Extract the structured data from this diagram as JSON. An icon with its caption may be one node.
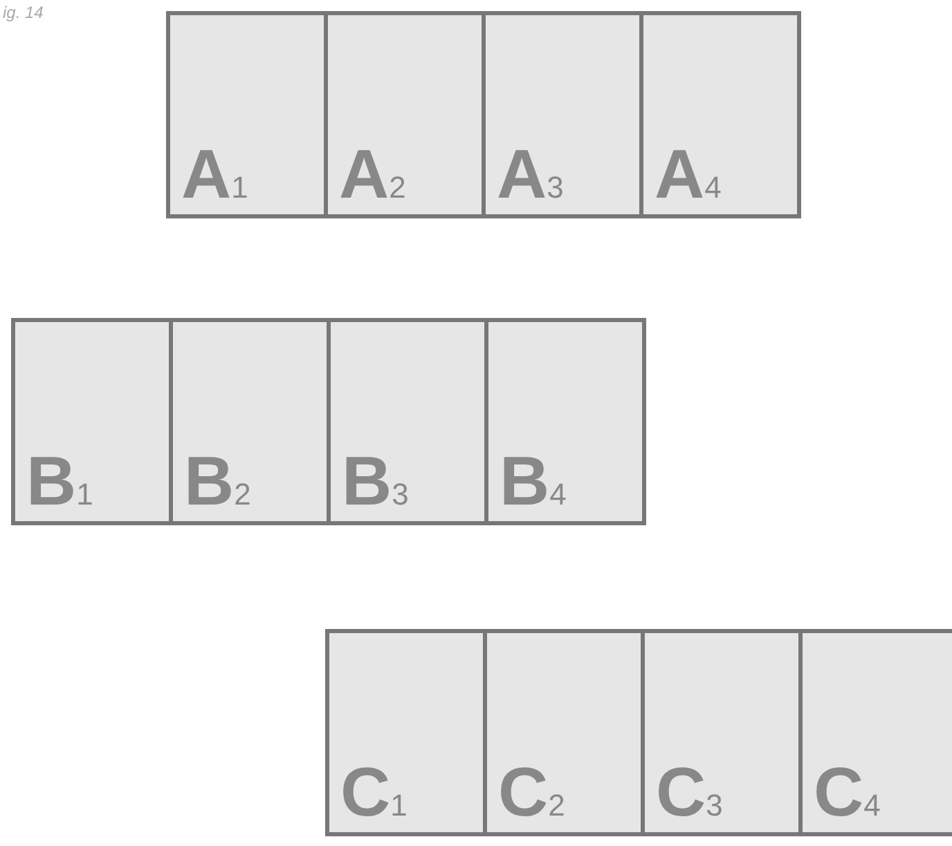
{
  "diagram": {
    "nodes": [
      {
        "text": [
          "A$_{1}$"
        ]
      },
      {
        "text": [
          "A$_{2}$"
        ]
      },
      {
        "text": [
          "A$_{3}$"
        ]
      },
      {
        "text": [
          "A$_{4}$"
        ]
      },
      {
        "text": [
          "B$_{1}$"
        ]
      },
      {
        "text": [
          "B$_{2}$"
        ]
      },
      {
        "text": [
          "B$_{3}$"
        ]
      },
      {
        "text": [
          "B$_{4}$"
        ]
      },
      {
        "text": [
          "C$_{1}$"
        ]
      },
      {
        "text": [
          "C$_{2}$"
        ]
      },
      {
        "text": [
          "C$_{3}$"
        ]
      },
      {
        "text": [
          "C$_{4}$"
        ]
      }
    ],
    "labels": [
      "ig. 14"
    ]
  }
}
